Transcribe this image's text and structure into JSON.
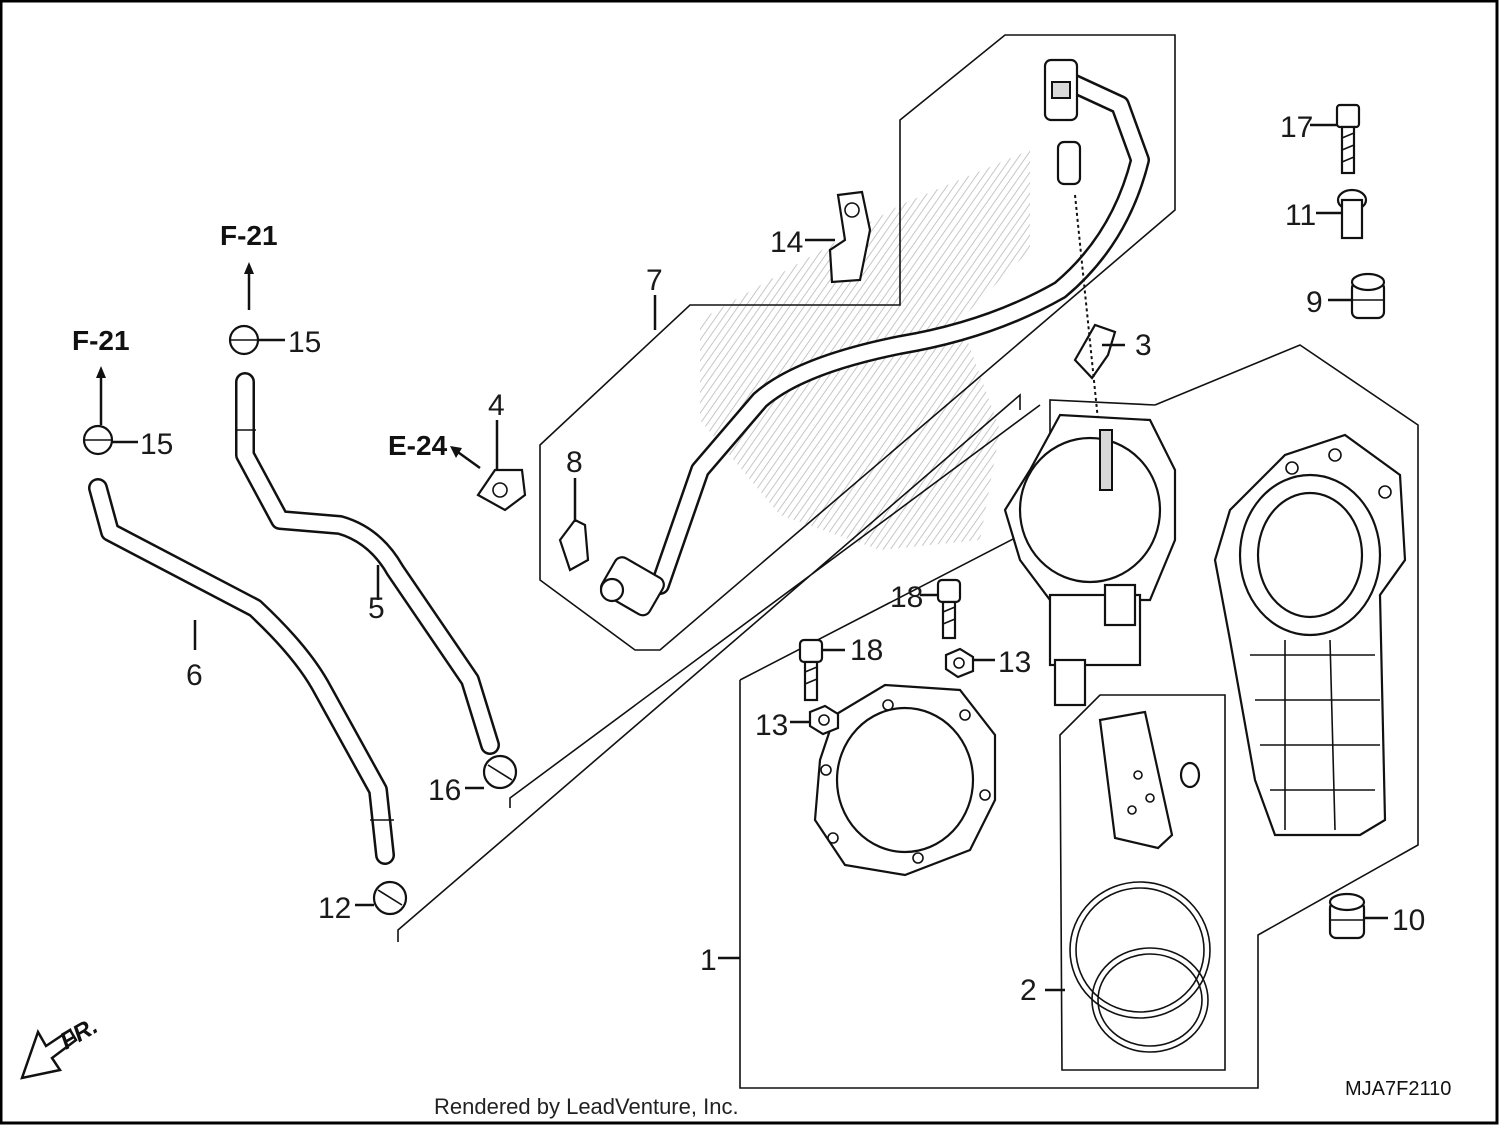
{
  "callouts": {
    "c1": "1",
    "c2": "2",
    "c3": "3",
    "c4": "4",
    "c5": "5",
    "c6": "6",
    "c7": "7",
    "c8": "8",
    "c9": "9",
    "c10": "10",
    "c11": "11",
    "c12": "12",
    "c13a": "13",
    "c13b": "13",
    "c14": "14",
    "c15a": "15",
    "c15b": "15",
    "c16": "16",
    "c17": "17",
    "c18a": "18",
    "c18b": "18"
  },
  "references": {
    "f21_left": "F-21",
    "f21_mid": "F-21",
    "e24": "E-24"
  },
  "direction_label": "FR.",
  "diagram_code": "MJA7F2110",
  "credit": "Rendered by LeadVenture, Inc."
}
